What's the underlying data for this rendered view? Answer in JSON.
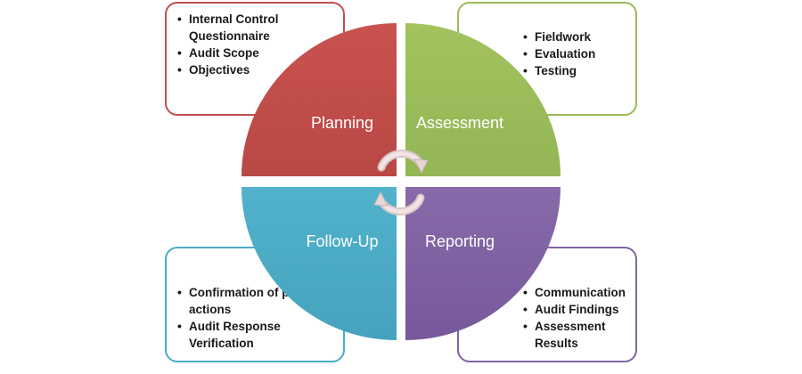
{
  "quadrants": {
    "planning": {
      "label": "Planning",
      "color": "#c0504d",
      "items": [
        "Internal Control Questionnaire",
        "Audit Scope",
        "Objectives"
      ]
    },
    "assessment": {
      "label": "Assessment",
      "color": "#9bbb59",
      "items": [
        "Fieldwork",
        "Evaluation",
        "Testing"
      ]
    },
    "followup": {
      "label": "Follow-Up",
      "color": "#4bacc6",
      "items": [
        "Confirmation of planned actions",
        "Audit Response Verification"
      ]
    },
    "reporting": {
      "label": "Reporting",
      "color": "#8064a2",
      "items": [
        "Communication",
        "Audit Findings",
        "Assessment Results"
      ]
    }
  }
}
